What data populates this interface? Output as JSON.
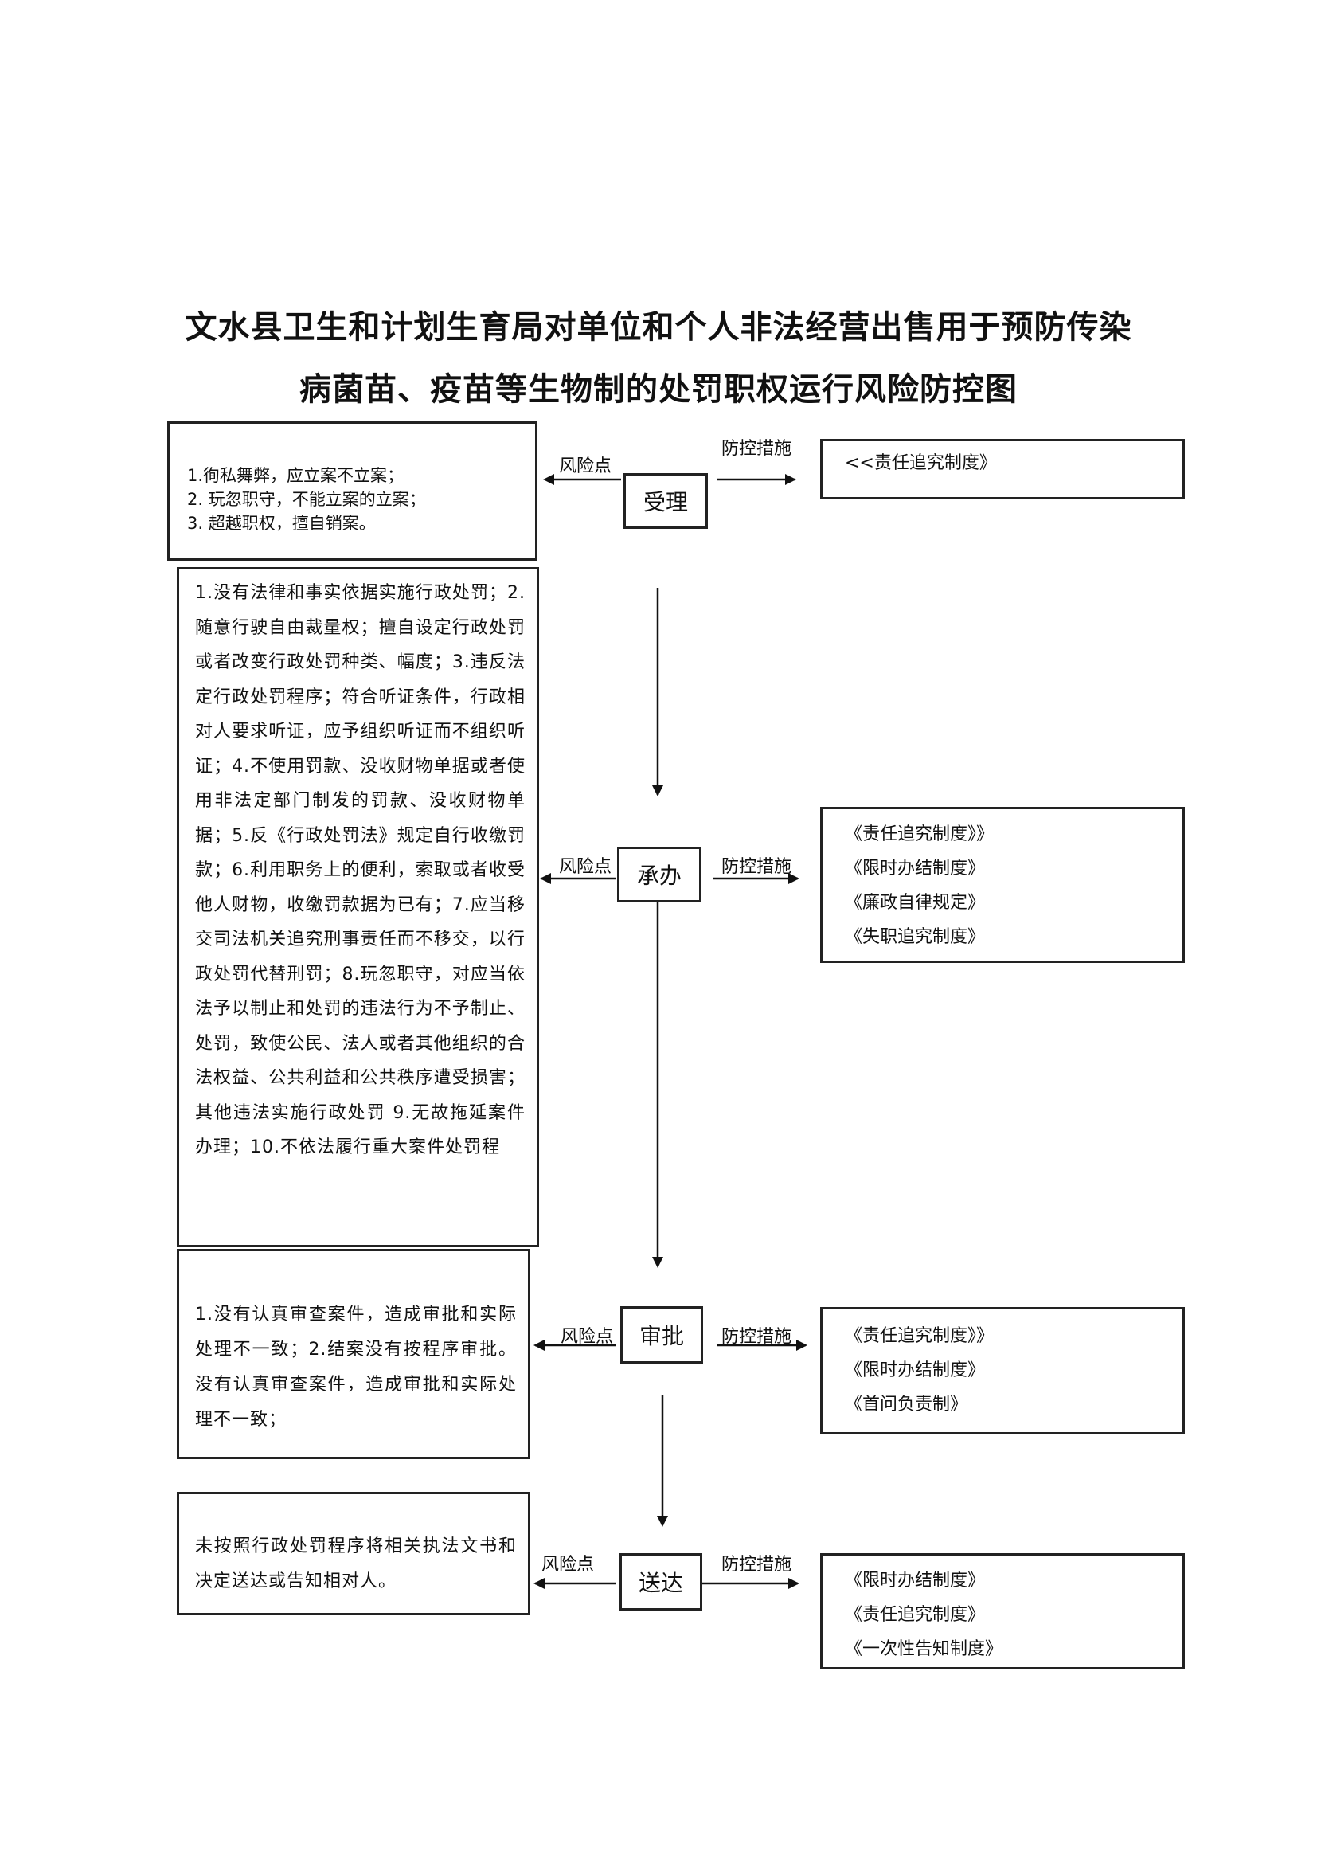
{
  "title": {
    "line1": "文水县卫生和计划生育局对单位和个人非法经营出售用于预防传染",
    "line2": "病菌苗、疫苗等生物制的处罚职权运行风险防控图"
  },
  "labels": {
    "risk_point": "风险点",
    "control_measures": "防控措施"
  },
  "steps": [
    {
      "name": "受理",
      "risks": [
        "1.徇私舞弊，应立案不立案；",
        "2.  玩忽职守，不能立案的立案；",
        "3.  超越职权，擅自销案。"
      ],
      "measures": [
        "<<责任追究制度》"
      ]
    },
    {
      "name": "承办",
      "risk_text": "1.没有法律和事实依据实施行政处罚；2.随意行驶自由裁量权；擅自设定行政处罚或者改变行政处罚种类、幅度；3.违反法定行政处罚程序；符合听证条件，行政相对人要求听证，应予组织听证而不组织听证；4.不使用罚款、没收财物单据或者使用非法定部门制发的罚款、没收财物单据；5.反《行政处罚法》规定自行收缴罚款；6.利用职务上的便利，索取或者收受他人财物，收缴罚款据为已有；7.应当移交司法机关追究刑事责任而不移交，以行政处罚代替刑罚；8.玩忽职守，对应当依法予以制止和处罚的违法行为不予制止、处罚，致使公民、法人或者其他组织的合法权益、公共利益和公共秩序遭受损害；其他违法实施行政处罚 9.无故拖延案件办理；10.不依法履行重大案件处罚程",
      "measures": [
        "《责任追究制度》》",
        "《限时办结制度》",
        "《廉政自律规定》",
        "《失职追究制度》"
      ]
    },
    {
      "name": "审批",
      "risk_text": "1.没有认真审查案件，造成审批和实际处理不一致；2.结案没有按程序审批。没有认真审查案件，造成审批和实际处理不一致；",
      "measures": [
        "《责任追究制度》》",
        "《限时办结制度》",
        "《首问负责制》"
      ]
    },
    {
      "name": "送达",
      "risk_text": "未按照行政处罚程序将相关执法文书和决定送达或告知相对人。",
      "measures": [
        "《限时办结制度》",
        "《责任追究制度》",
        "《一次性告知制度》"
      ]
    }
  ]
}
